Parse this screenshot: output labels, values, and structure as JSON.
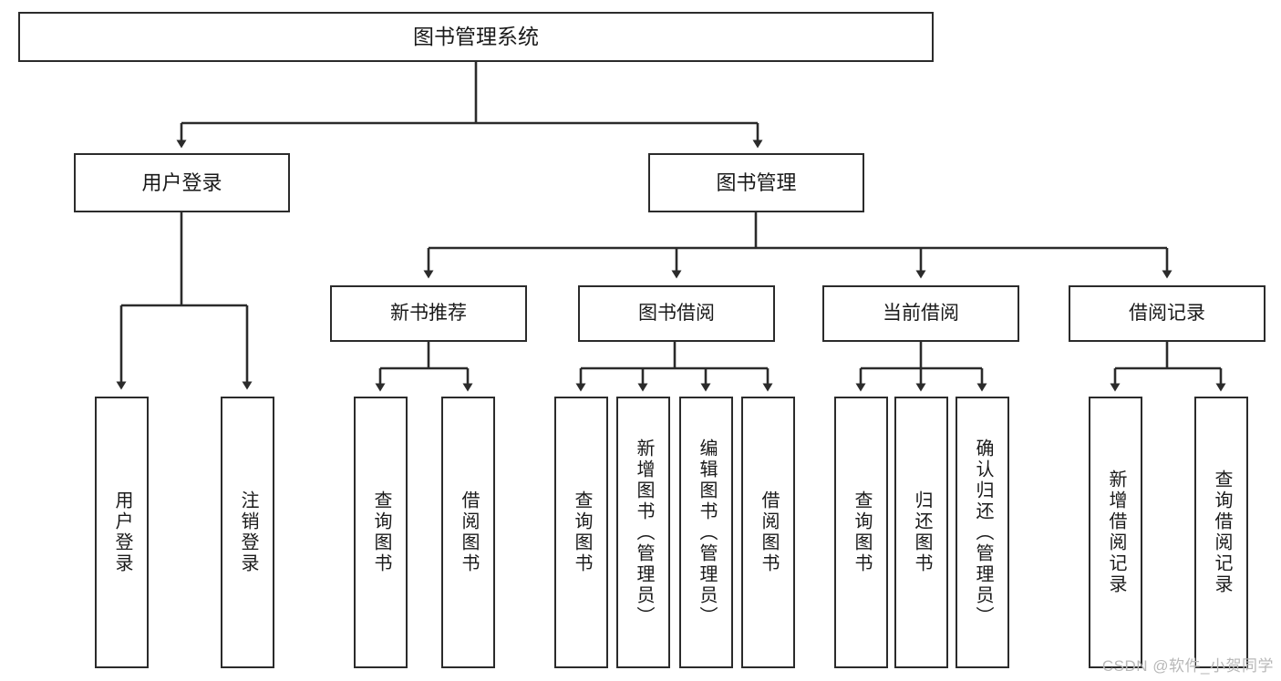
{
  "diagram": {
    "title": "图书管理系统",
    "type": "tree-hierarchy-diagram",
    "colors": {
      "box_border": "#2b2b2b",
      "box_fill": "#ffffff",
      "edge": "#2b2b2b",
      "text": "#1a1a1a",
      "watermark": "#b8b8b8",
      "background": "#ffffff"
    },
    "root": {
      "label": "图书管理系统"
    },
    "level2": [
      {
        "label": "用户登录"
      },
      {
        "label": "图书管理"
      }
    ],
    "level3": [
      {
        "label": "新书推荐"
      },
      {
        "label": "图书借阅"
      },
      {
        "label": "当前借阅"
      },
      {
        "label": "借阅记录"
      }
    ],
    "leaves": {
      "user_login": [
        {
          "label": "用户登录"
        },
        {
          "label": "注销登录"
        }
      ],
      "new_book_recommend": [
        {
          "label": "查询图书"
        },
        {
          "label": "借阅图书"
        }
      ],
      "book_borrow": [
        {
          "label": "查询图书"
        },
        {
          "label": "新增图书（管理员）"
        },
        {
          "label": "编辑图书（管理员）"
        },
        {
          "label": "借阅图书"
        }
      ],
      "current_borrow": [
        {
          "label": "查询图书"
        },
        {
          "label": "归还图书"
        },
        {
          "label": "确认归还（管理员）"
        }
      ],
      "borrow_record": [
        {
          "label": "新增借阅记录"
        },
        {
          "label": "查询借阅记录"
        }
      ]
    }
  },
  "watermark": {
    "text": "CSDN @软件_小贺同学"
  }
}
